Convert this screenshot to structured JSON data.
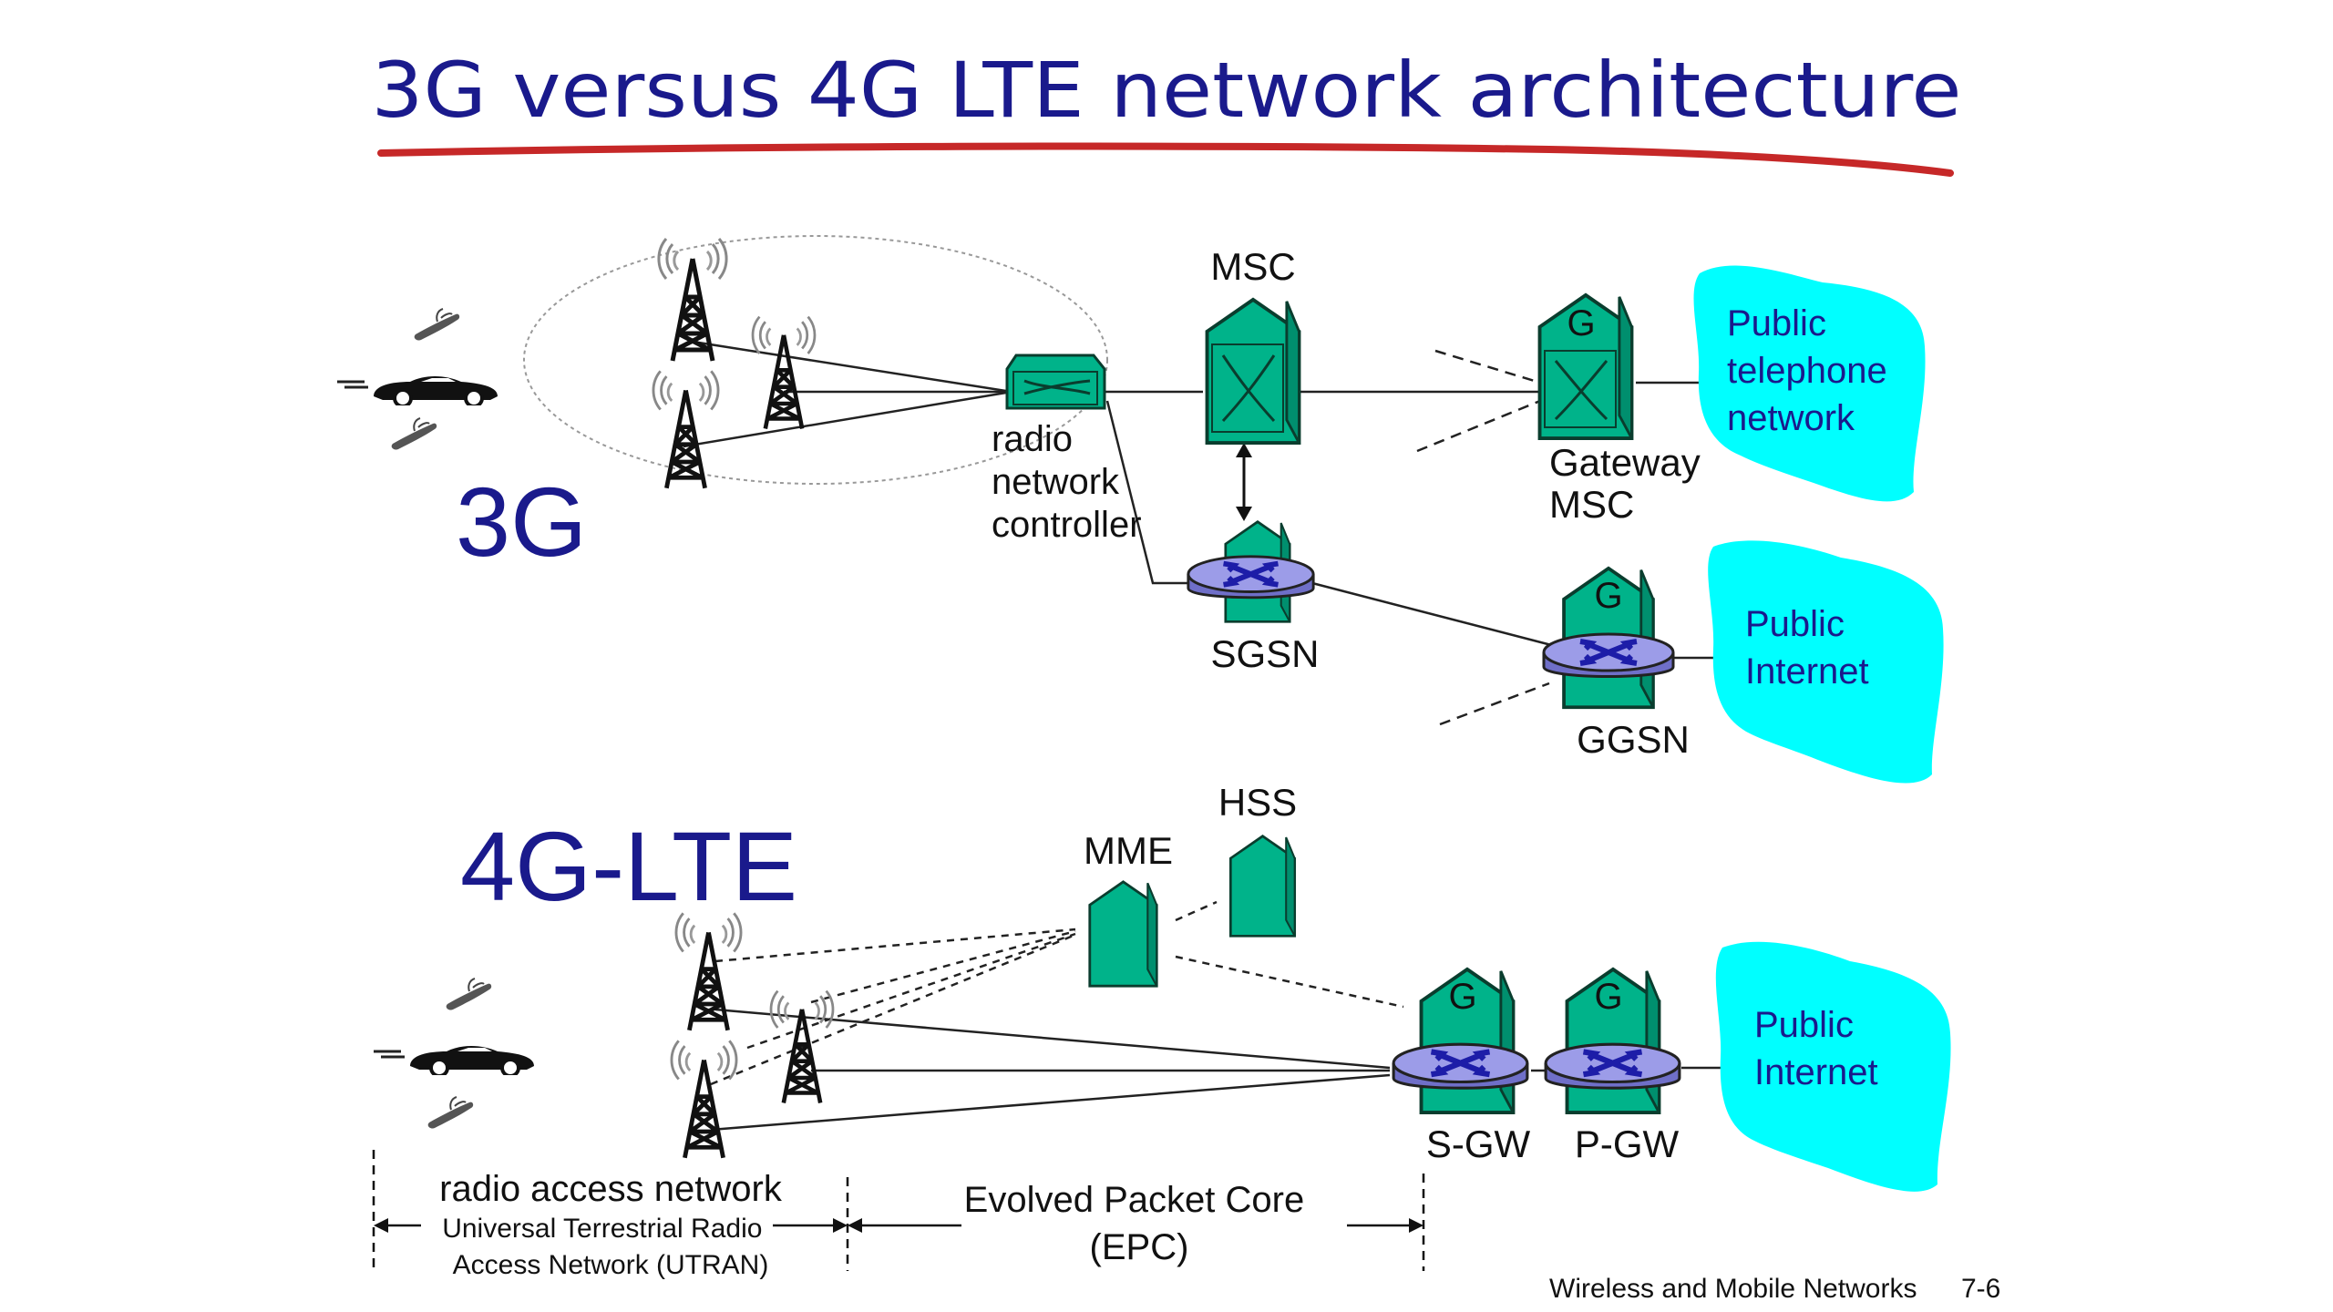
{
  "title": "3G versus 4G LTE network architecture",
  "footer": {
    "course": "Wireless and Mobile Networks",
    "page": "7-6"
  },
  "labels3g": {
    "section": "3G",
    "msc": "MSC",
    "rnc": [
      "radio",
      "network",
      "controller"
    ],
    "gateway_msc": [
      "Gateway",
      "MSC"
    ],
    "sgsn": "SGSN",
    "ggsn": "GGSN",
    "pstn": [
      "Public",
      "telephone",
      "network"
    ],
    "internet": [
      "Public",
      "Internet"
    ],
    "gateway_mark": "G"
  },
  "labels4g": {
    "section": "4G-LTE",
    "mme": "MME",
    "hss": "HSS",
    "sgw": "S-GW",
    "pgw": "P-GW",
    "internet": [
      "Public",
      "Internet"
    ],
    "gateway_mark": "G",
    "ran": "radio access network",
    "utran": [
      "Universal Terrestrial Radio",
      "Access Network (UTRAN)"
    ],
    "epc": [
      "Evolved Packet Core",
      "(EPC)"
    ]
  },
  "colors": {
    "title": "#1a1a8c",
    "title_underline": "#c62828",
    "section_label": "#1a1a8c",
    "node_fill": "#00b38a",
    "cloud_fill": "#00ffff",
    "cloud_text": "#1a1a8c",
    "router_fill": "#8c8ce0",
    "line": "#111111"
  }
}
